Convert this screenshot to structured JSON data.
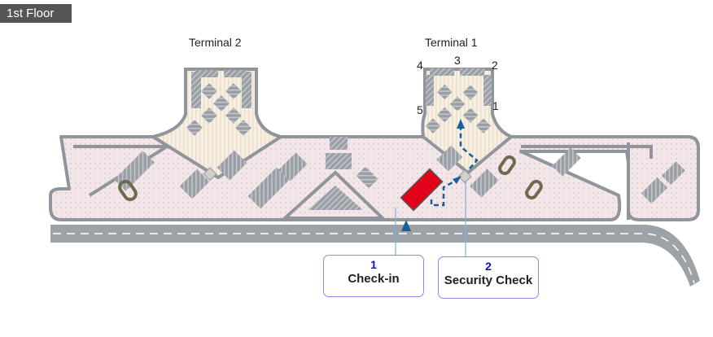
{
  "floor_label": "1st Floor",
  "terminals": [
    {
      "name": "Terminal 2"
    },
    {
      "name": "Terminal 1"
    }
  ],
  "terminal1_gates": [
    "1",
    "2",
    "3",
    "4",
    "5"
  ],
  "steps": [
    {
      "number": "1",
      "label": "Check-in"
    },
    {
      "number": "2",
      "label": "Security Check"
    }
  ],
  "colors": {
    "floor_label_bg": "#555555",
    "building_fill": "#f1e4e6",
    "pier_fill": "#f5eee0",
    "wall": "#8f959b",
    "road": "#9da2a6",
    "checkin_counter": "#e2001a",
    "route": "#1a5e9a",
    "callout_border": "#8a8ae6",
    "callout_number": "#1010c8"
  }
}
